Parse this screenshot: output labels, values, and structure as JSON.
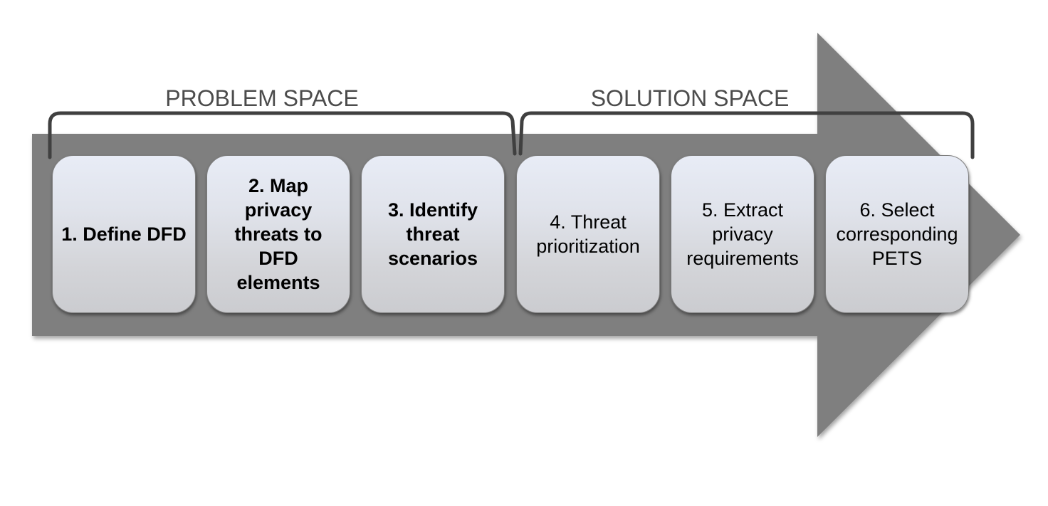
{
  "diagram": {
    "type": "process-flow",
    "phase_problem": {
      "label": "PROBLEM SPACE",
      "covers_steps": [
        1,
        2,
        3
      ]
    },
    "phase_solution": {
      "label": "SOLUTION SPACE",
      "covers_steps": [
        4,
        5,
        6
      ]
    },
    "steps": [
      {
        "number": 1,
        "label": "1. Define DFD",
        "lines": [
          "1. Define DFD"
        ],
        "phase": "problem",
        "bold": true
      },
      {
        "number": 2,
        "label": "2. Map privacy threats to DFD elements",
        "lines": [
          "2. Map",
          "privacy",
          "threats to",
          "DFD",
          "elements"
        ],
        "phase": "problem",
        "bold": true
      },
      {
        "number": 3,
        "label": "3. Identify threat scenarios",
        "lines": [
          "3. Identify",
          "threat",
          "scenarios"
        ],
        "phase": "problem",
        "bold": true
      },
      {
        "number": 4,
        "label": "4. Threat prioritization",
        "lines": [
          "4. Threat",
          "prioritization"
        ],
        "phase": "solution",
        "bold": false
      },
      {
        "number": 5,
        "label": "5. Extract privacy requirements",
        "lines": [
          "5. Extract",
          "privacy",
          "requirements"
        ],
        "phase": "solution",
        "bold": false
      },
      {
        "number": 6,
        "label": "6. Select corresponding PETS",
        "lines": [
          "6. Select",
          "corresponding",
          "PETS"
        ],
        "phase": "solution",
        "bold": false
      }
    ],
    "colors": {
      "arrow": "#7f7f7f",
      "bracket": "#404040",
      "phase_label": "#4c4c4c",
      "box_border": "#7e7e7e",
      "box_gradient_top": "#e8ecf6",
      "box_gradient_bottom": "#cbccd0",
      "step_text": "#000000",
      "background": "#ffffff"
    }
  }
}
